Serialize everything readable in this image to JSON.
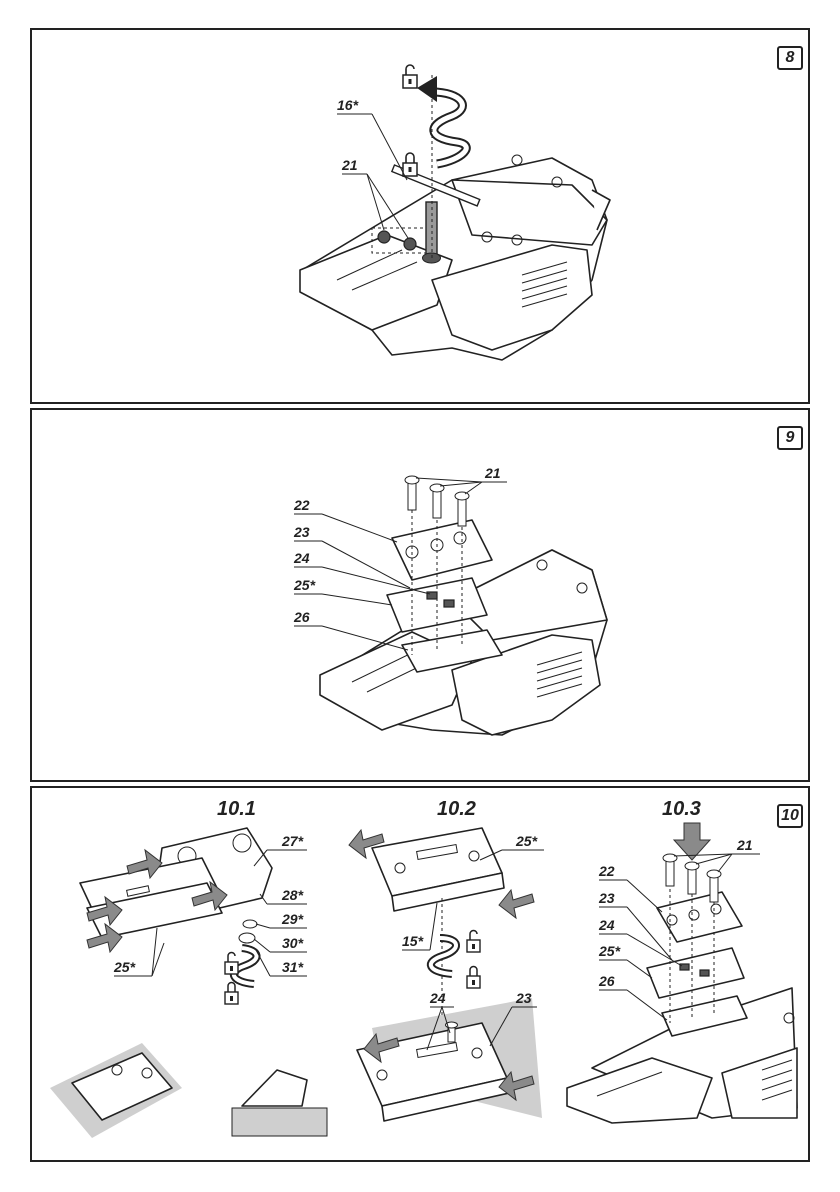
{
  "figures": [
    {
      "number": "8",
      "labels": {
        "key": "16*",
        "screws": "21"
      }
    },
    {
      "number": "9",
      "labels": {
        "screws": "21",
        "l22": "22",
        "l23": "23",
        "l24": "24",
        "l25": "25*",
        "l26": "26"
      }
    },
    {
      "number": "10",
      "sub": [
        {
          "title": "10.1",
          "labels": {
            "l27": "27*",
            "l28": "28*",
            "l29": "29*",
            "l30": "30*",
            "l31": "31*",
            "l25": "25*"
          }
        },
        {
          "title": "10.2",
          "labels": {
            "l25": "25*",
            "l15": "15*",
            "l24": "24",
            "l23": "23"
          }
        },
        {
          "title": "10.3",
          "labels": {
            "l21": "21",
            "l22": "22",
            "l23": "23",
            "l24": "24",
            "l25": "25*",
            "l26": "26"
          }
        }
      ]
    }
  ],
  "icons": [
    "lock-open-icon",
    "lock-closed-icon",
    "rotation-arrow-icon",
    "push-arrow-icon"
  ]
}
